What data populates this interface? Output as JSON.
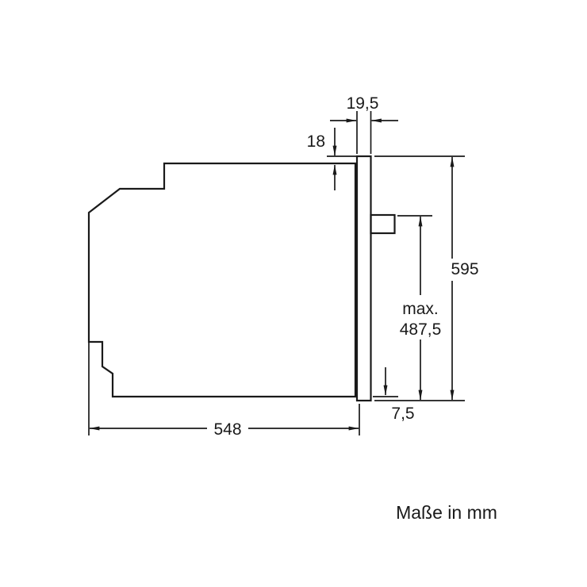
{
  "drawing": {
    "labels": {
      "door_thickness": "19,5",
      "top_offset": "18",
      "height": "595",
      "max_prefix": "max.",
      "max_value": "487,5",
      "bottom_offset": "7,5",
      "depth": "548"
    },
    "footer_note": "Maße in mm",
    "colors": {
      "line": "#1a1a1a",
      "background": "#ffffff"
    }
  }
}
